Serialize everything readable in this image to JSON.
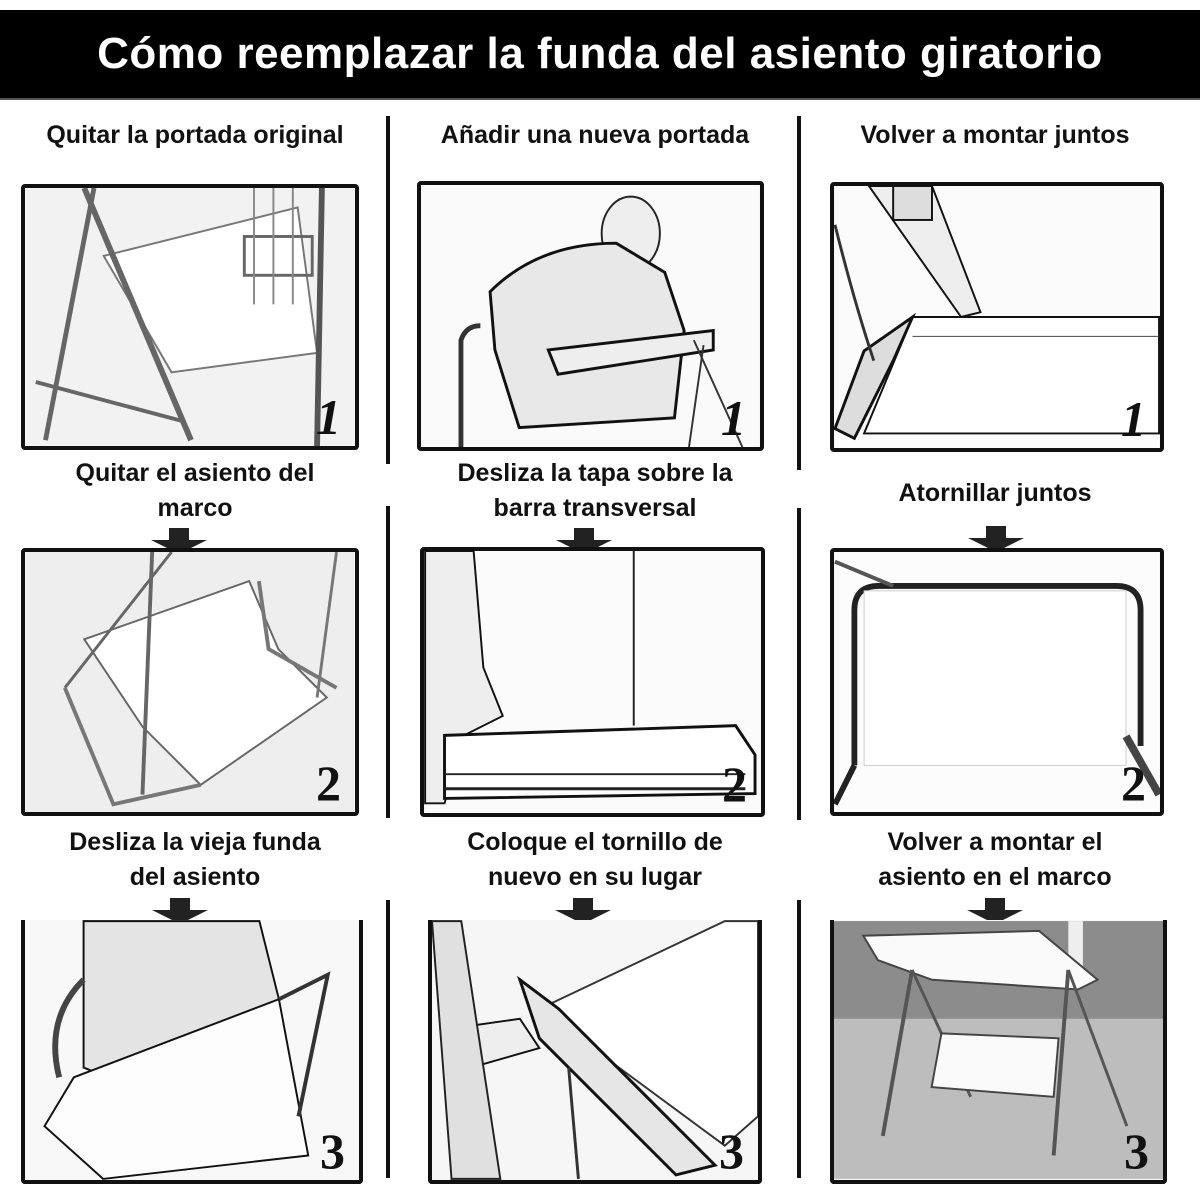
{
  "title": "Cómo reemplazar la funda del asiento giratorio",
  "columns": [
    {
      "heading": "Quitar la portada original",
      "steps": [
        {
          "caption": null,
          "number": "1",
          "image": "swing-seat-with-cover-on-frame"
        },
        {
          "caption_lines": [
            "Quitar el asiento del",
            "marco"
          ],
          "number": "2",
          "image": "seat-removed-from-frame"
        },
        {
          "caption_lines": [
            "Desliza la vieja funda",
            "del asiento"
          ],
          "number": "3",
          "image": "person-sliding-off-old-cover"
        }
      ]
    },
    {
      "heading": "Añadir una nueva portada",
      "steps": [
        {
          "caption": null,
          "number": "1",
          "image": "man-holding-new-cover"
        },
        {
          "caption_lines": [
            "Desliza la tapa sobre la",
            "barra transversal"
          ],
          "number": "2",
          "image": "cover-over-crossbar"
        },
        {
          "caption_lines": [
            "Coloque el tornillo de",
            "nuevo en su lugar"
          ],
          "number": "3",
          "image": "reinserting-screw"
        }
      ]
    },
    {
      "heading": "Volver a montar juntos",
      "steps": [
        {
          "caption": null,
          "number": "1",
          "image": "hands-fitting-cover-on-seat"
        },
        {
          "caption_lines": [
            "Atornillar juntos"
          ],
          "number": "2",
          "image": "screwed-seat-frame"
        },
        {
          "caption_lines": [
            "Volver a montar el",
            "asiento en el marco"
          ],
          "number": "3",
          "image": "assembled-swing-with-canopy"
        }
      ]
    }
  ],
  "icons": {
    "arrow": "down-arrow-icon"
  },
  "colors": {
    "title_bg": "#000000",
    "title_text": "#ffffff",
    "border": "#111111",
    "background": "#ffffff"
  }
}
